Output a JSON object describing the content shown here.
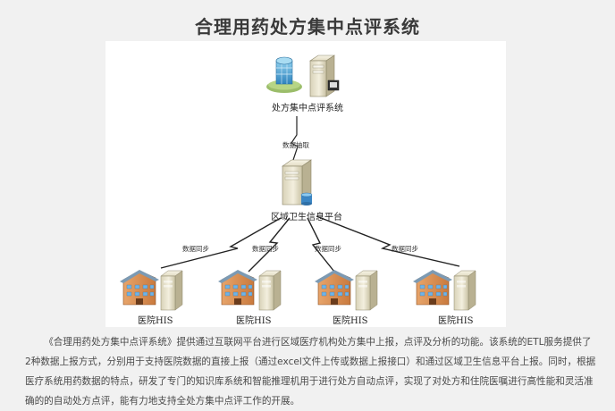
{
  "title": "合理用药处方集中点评系统",
  "diagram": {
    "top_node": "处方集中点评系统",
    "middle_node": "区域卫生信息平台",
    "top_link": "数据抽取",
    "sync_links": [
      "数据同步",
      "数据同步",
      "数据同步",
      "数据同步"
    ],
    "hospitals": [
      "医院HIS",
      "医院HIS",
      "医院HIS",
      "医院HIS"
    ]
  },
  "description": "《合理用药处方集中点评系统》提供通过互联网平台进行区域医疗机构处方集中上报，点评及分析的功能。该系统的ETL服务提供了2种数据上报方式，分别用于支持医院数据的直接上报（通过excel文件上传或数据上报接口）和通过区域卫生信息平台上报。同时，根据医疗系统用药数据的特点，研发了专门的知识库系统和智能推理机用于进行处方自动点评，实现了对处方和住院医嘱进行高性能和灵活准确的的自动处方点评，能有力地支持全处方集中点评工作的开展。"
}
